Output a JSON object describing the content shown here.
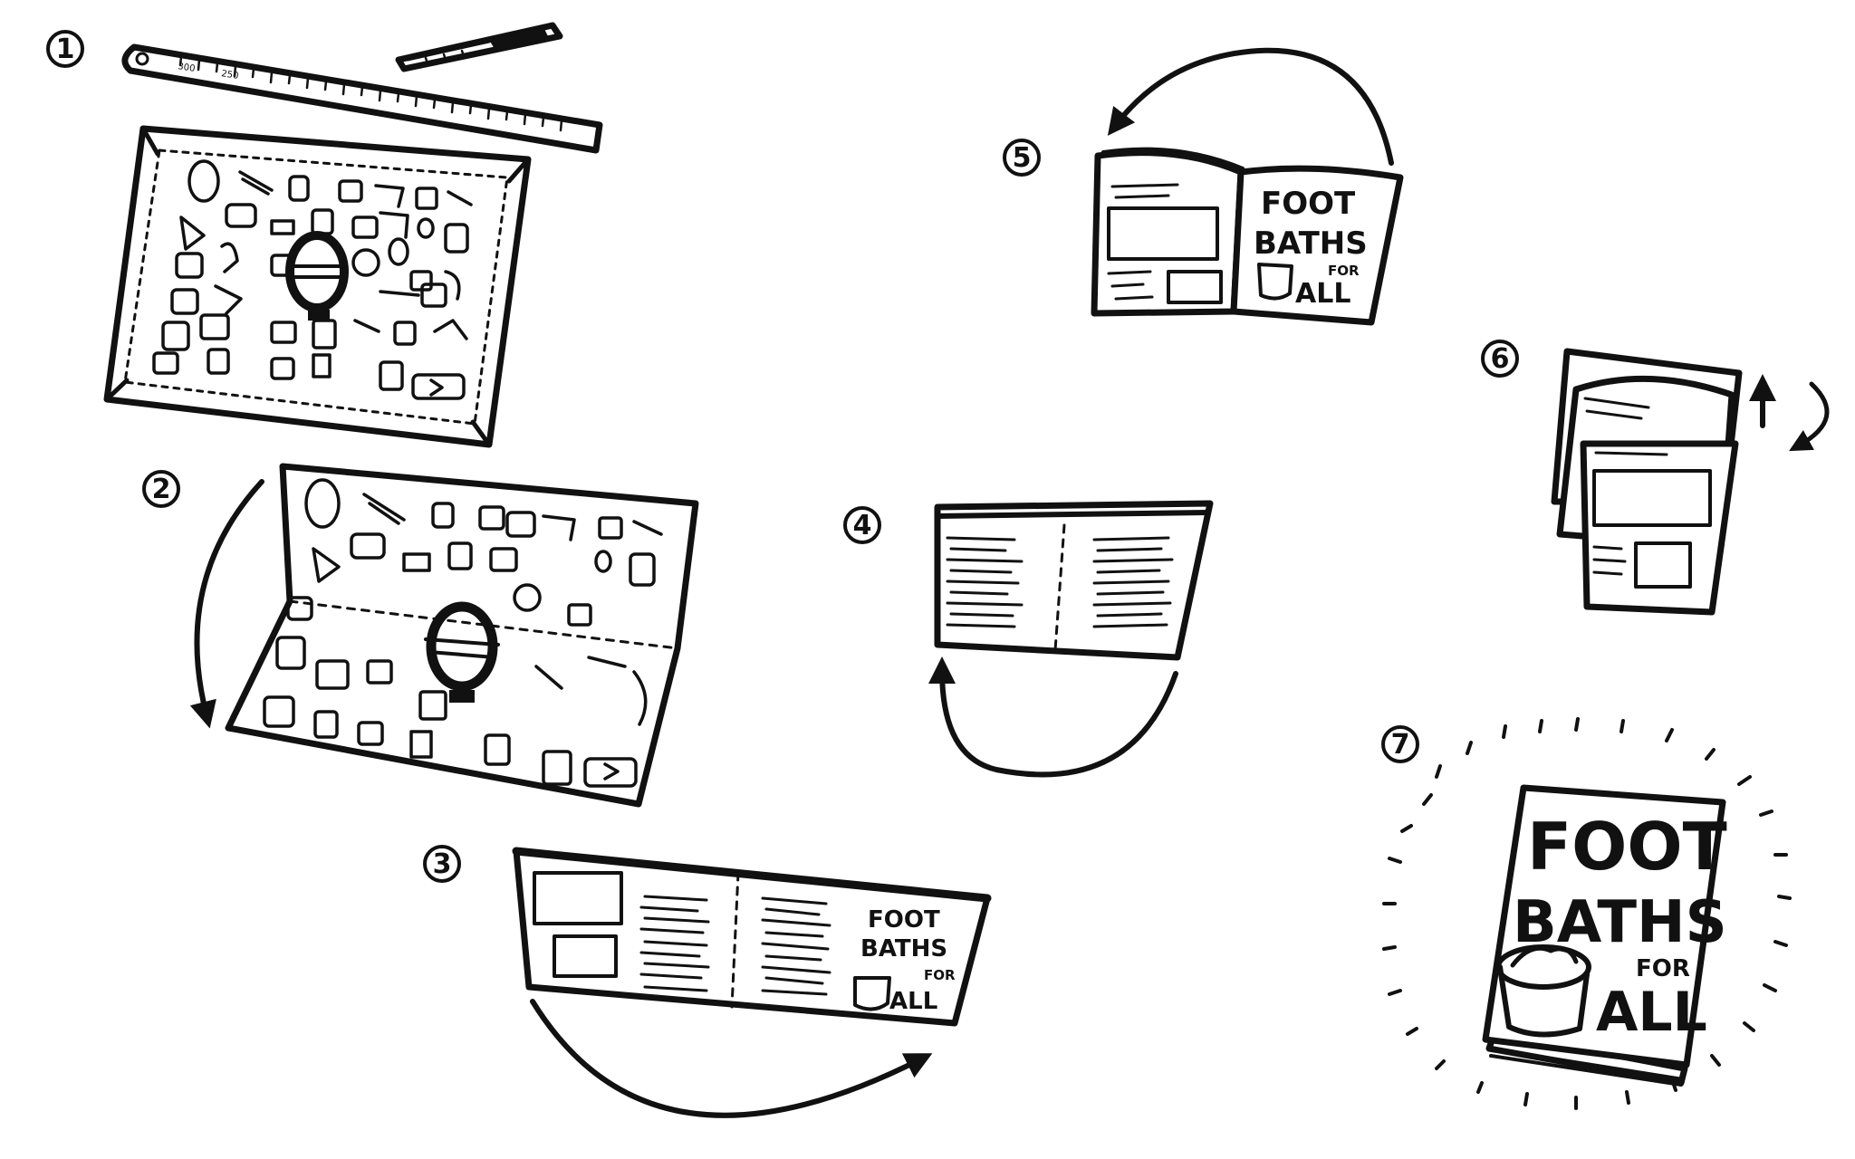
{
  "steps": [
    "1",
    "2",
    "3",
    "4",
    "5",
    "6",
    "7"
  ],
  "cover": {
    "line1": "FOOT",
    "line2": "BATHS",
    "line3": "FOR",
    "line4": "ALL"
  },
  "ruler_marks": {
    "mark1": "300",
    "mark2": "250"
  },
  "colors": {
    "ink": "#111111",
    "paper": "#ffffff"
  }
}
